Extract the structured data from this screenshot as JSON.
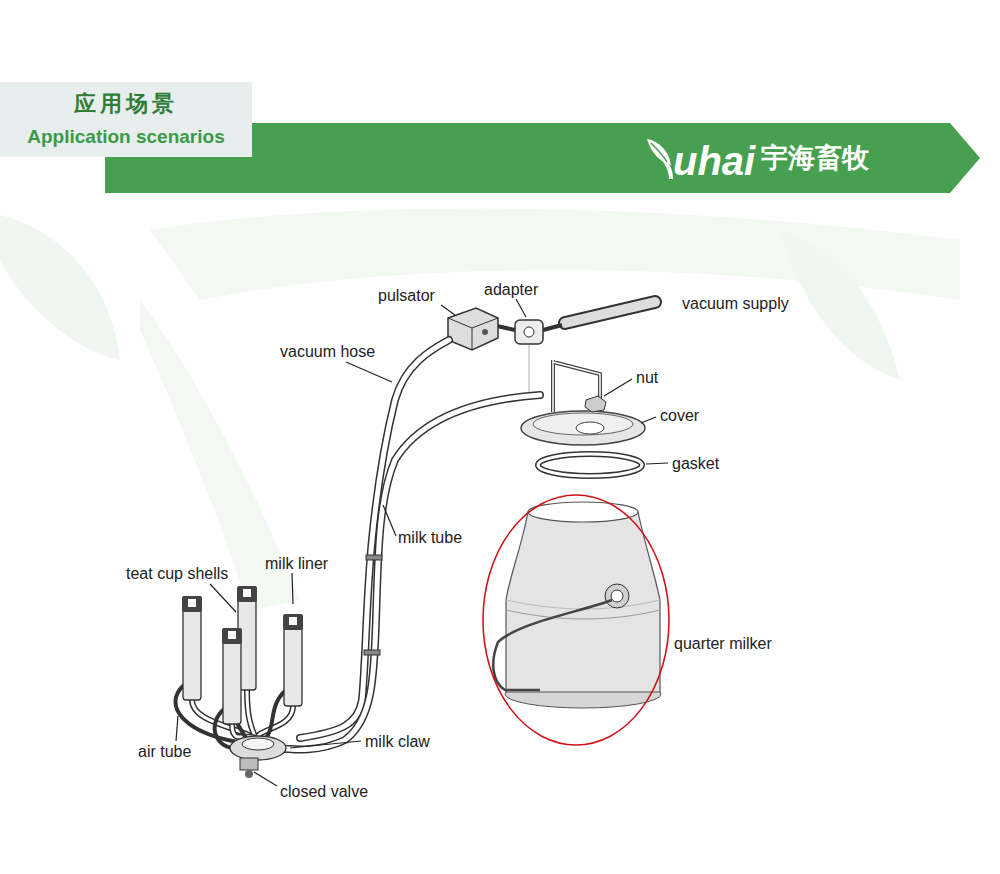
{
  "diagram": {
    "nodes": [
      {
        "text": [
          "应用场景",
          "Application scenarios"
        ]
      },
      {
        "text": [
          "uhai",
          "宇海畜牧"
        ]
      }
    ],
    "labels": [
      "pulsator",
      "adapter",
      "vacuum supply",
      "vacuum hose",
      "nut",
      "cover",
      "gasket",
      "milk tube",
      "teat cup shells",
      "milk liner",
      "quarter milker",
      "air tube",
      "milk claw",
      "closed valve"
    ]
  }
}
